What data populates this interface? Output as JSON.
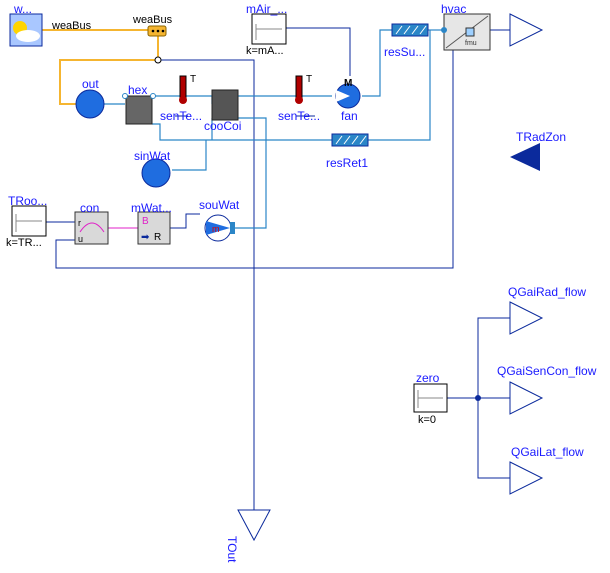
{
  "components": {
    "weather": {
      "label": "w..."
    },
    "weaBus_wire": {
      "label": "weaBus"
    },
    "weaBus": {
      "label": "weaBus"
    },
    "mAir": {
      "label": "mAir_...",
      "param": "k=mA..."
    },
    "hvac": {
      "label": "hvac",
      "sub": "fmu"
    },
    "out": {
      "label": "out"
    },
    "hex": {
      "label": "hex"
    },
    "senTem1": {
      "label": "senTe...",
      "sym": "T"
    },
    "cooCoi": {
      "label": "cooCoi"
    },
    "senTem2": {
      "label": "senTe...",
      "sym": "T"
    },
    "fan": {
      "label": "fan",
      "sym": "M"
    },
    "resSup": {
      "label": "resSu..."
    },
    "resRet1": {
      "label": "resRet1"
    },
    "TRadZon": {
      "label": "TRadZon"
    },
    "sinWat": {
      "label": "sinWat"
    },
    "TRoo": {
      "label": "TRoo...",
      "param": "k=TR..."
    },
    "con": {
      "label": "con",
      "u_s": "r",
      "u_m": "u"
    },
    "mWat": {
      "label": "mWat...",
      "in": "B",
      "out": "R"
    },
    "souWat": {
      "label": "souWat",
      "sym": "m"
    },
    "QGaiRad_flow": {
      "label": "QGaiRad_flow"
    },
    "QGaiSenCon_flow": {
      "label": "QGaiSenCon_flow"
    },
    "QGaiLat_flow": {
      "label": "QGaiLat_flow"
    },
    "zero": {
      "label": "zero",
      "param": "k=0"
    },
    "TOut": {
      "label": "TOut"
    }
  },
  "colors": {
    "wire_signal": "#0b2a9c",
    "wire_fluid": "#2b86c7",
    "wire_bus": "#f5b530",
    "wire_pid": "#e020c8",
    "label": "#1a1aff"
  }
}
